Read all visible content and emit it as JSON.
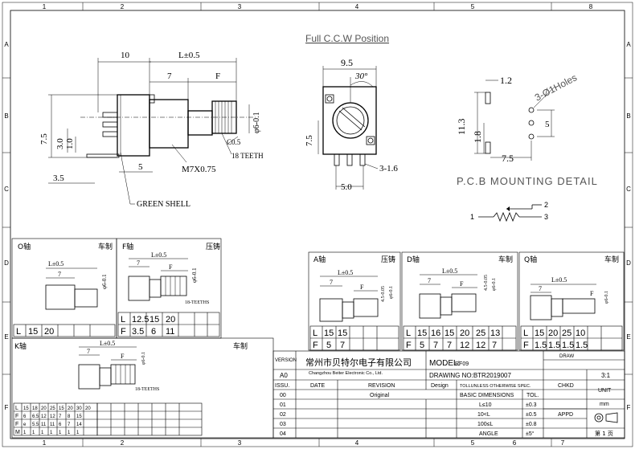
{
  "border": {
    "columns": [
      "1",
      "2",
      "3",
      "4",
      "5",
      "6",
      "7",
      "8"
    ],
    "rows": [
      "A",
      "B",
      "C",
      "D",
      "E",
      "F"
    ]
  },
  "main_drawing": {
    "title": "Full C.C.W Position",
    "dim_10": "10",
    "dim_L": "L±0.5",
    "dim_7": "7",
    "dim_F": "F",
    "dim_C05": "C0.5",
    "dim_phi6": "φ6-0.1",
    "dim_phi6_tol": "-0",
    "teeth": "18 TEETH",
    "dim_75": "7.5",
    "dim_30": "3.0",
    "dim_10b": "1.0",
    "dim_5": "5",
    "thread": "M7X0.75",
    "dim_35": "3.5",
    "green_shell": "GREEN SHELL",
    "front_95": "9.5",
    "front_30deg": "30°",
    "front_75": "7.5",
    "front_31_6": "3-1.6",
    "front_50": "5.0",
    "pcb_12": "1.2",
    "pcb_holes": "3-Ø1Holes",
    "pcb_113": "11.3",
    "pcb_18": "1.8",
    "pcb_5": "5",
    "pcb_75": "7.5",
    "pcb_label": "P.C.B  MOUNTING  DETAIL",
    "schem_1": "1",
    "schem_2": "2",
    "schem_3": "3"
  },
  "shaft_o": {
    "title": "O轴",
    "mfg": "车制",
    "dim_L": "L±0.5",
    "dim_7": "7",
    "dim_phi": "φ6-0.1",
    "table_L_label": "L",
    "table_L": [
      "15",
      "20"
    ]
  },
  "shaft_f": {
    "title": "F轴",
    "mfg": "压铸",
    "dim_L": "L±0.5",
    "dim_7": "7",
    "dim_F": "F",
    "teeth": "18-TEETHS",
    "dim_phi": "φ6-0.1",
    "table_L_label": "L",
    "table_F_label": "F",
    "table_L": [
      "12.5",
      "15",
      "20"
    ],
    "table_F": [
      "3.5",
      "6",
      "11"
    ]
  },
  "shaft_a": {
    "title": "A轴",
    "mfg": "压铸",
    "dim_L": "L±0.5",
    "dim_7": "7",
    "dim_F": "F",
    "dim_45": "4.5-0.05",
    "dim_phi": "φ6-0.1",
    "table_L_label": "L",
    "table_F_label": "F",
    "table_L": [
      "15",
      "15"
    ],
    "table_F": [
      "5",
      "7"
    ]
  },
  "shaft_d": {
    "title": "D轴",
    "mfg": "车制",
    "dim_L": "L±0.5",
    "dim_7": "7",
    "dim_F": "F",
    "dim_45": "4.5-0.05",
    "dim_phi": "φ6-0.1",
    "table_L_label": "L",
    "table_F_label": "F",
    "table_L": [
      "15",
      "16",
      "15",
      "20",
      "25",
      "13"
    ],
    "table_F": [
      "5",
      "7",
      "7",
      "12",
      "12",
      "7"
    ]
  },
  "shaft_q": {
    "title": "Q轴",
    "mfg": "车制",
    "dim_L": "L±0.5",
    "dim_7": "7",
    "dim_F": "F",
    "dim_phi": "φ6-0.1",
    "table_L_label": "L",
    "table_F_label": "F",
    "table_L": [
      "15",
      "20",
      "25",
      "10"
    ],
    "table_F": [
      "1.5",
      "1.5",
      "1.5",
      "1.5"
    ]
  },
  "shaft_k": {
    "title": "K轴",
    "mfg": "车制",
    "dim_L": "L±0.5",
    "dim_7": "7",
    "dim_F": "F",
    "dim_phi": "φ6-0.1",
    "teeth": "18-TEETHS",
    "table_L_label": "L",
    "table_F_label": "F",
    "table_M_label": "M",
    "table_L": [
      "15",
      "18",
      "20",
      "25",
      "15",
      "20",
      "30",
      "20"
    ],
    "table_F": [
      "6",
      "6.5",
      "12",
      "12",
      "7",
      "8",
      "15"
    ],
    "table_F_prefix": [
      "e",
      "5.5",
      "11",
      "11",
      "6",
      "7",
      "14"
    ],
    "table_M": [
      "1",
      "1",
      "1",
      "1",
      "1",
      "1",
      "1"
    ]
  },
  "title_block": {
    "version_label": "VERSION",
    "company_cn": "常州市贝特尔电子有限公司",
    "company_en": "Changzhou Beiter Electronic Co., Ltd.",
    "model_label": "MODEL:",
    "model_value": "RF09",
    "draw_label": "DRAW",
    "drawing_no": "DRAWING NO:BTR2019007",
    "scale": "3:1",
    "rev_a0": "A0",
    "issu_label": "ISSU.",
    "date_label": "DATE",
    "revision_label": "REVISION",
    "design_label": "Design",
    "tol_label": "TOLLUNLESS OTHERWISE SPEC.",
    "chkd_label": "CHKD",
    "unit_label": "UNIT",
    "row00": "00",
    "original": "Original",
    "basic_dim": "BASIC DIMENSIONS",
    "tol_col": "TOL.",
    "unit_value": "mm",
    "rows": [
      {
        "issu": "01",
        "dim": "L≤10",
        "tol": "±0.3"
      },
      {
        "issu": "02",
        "dim": "10<L",
        "tol": "±0.5"
      },
      {
        "issu": "03",
        "dim": "100≤L",
        "tol": "±0.8"
      },
      {
        "issu": "04",
        "dim": "ANGLE",
        "tol": "±5°"
      }
    ],
    "appd_label": "APPD",
    "page_label": "第 1 页"
  }
}
